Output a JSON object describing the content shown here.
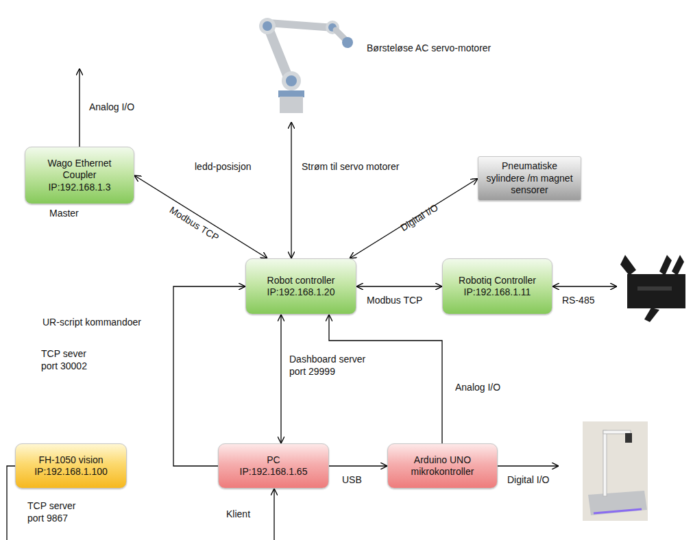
{
  "diagram": {
    "nodes": [
      {
        "text": [
          "Wago Ethernet Coupler IP:192.168.1.3"
        ]
      },
      {
        "text": [
          "Pneumatiske sylindere /m magnet sensorer"
        ]
      },
      {
        "text": [
          "Robot controller IP:192.168.1.20"
        ]
      },
      {
        "text": [
          "Robotiq Controller IP:192.168.1.11"
        ]
      },
      {
        "text": [
          "FH-1050 vision IP:192.168.1.100"
        ]
      },
      {
        "text": [
          "PC IP:192.168.1.65"
        ]
      },
      {
        "text": [
          "Arduino UNO mikrokontroller"
        ]
      }
    ],
    "edges": [
      {
        "from": 0,
        "to": 2,
        "arrow": "both",
        "label": "Modbus TCP"
      },
      {
        "from": 1,
        "to": 2,
        "arrow": "both",
        "label": "Digital I/O"
      },
      {
        "from": 2,
        "to": 3,
        "arrow": "both",
        "label": "Modbus TCP"
      },
      {
        "from": 2,
        "to": 5,
        "arrow": "both",
        "label": "Dashboard server port 29999"
      },
      {
        "from": 5,
        "to": 2,
        "arrow": "to",
        "label": "UR-script kommandoer"
      },
      {
        "from": 5,
        "to": 6,
        "arrow": "to",
        "label": "USB"
      },
      {
        "from": 6,
        "to": 2,
        "arrow": "to",
        "label": "Analog I/O"
      }
    ],
    "labels": [
      "Analog I/O",
      "Master",
      "ledd-posisjon",
      "Strøm til servo motorer",
      "Børsteløse AC servo-motorer",
      "TCP sever port 30002",
      "TCP server port 9867",
      "Klient",
      "RS-485",
      "Digital I/O"
    ]
  }
}
